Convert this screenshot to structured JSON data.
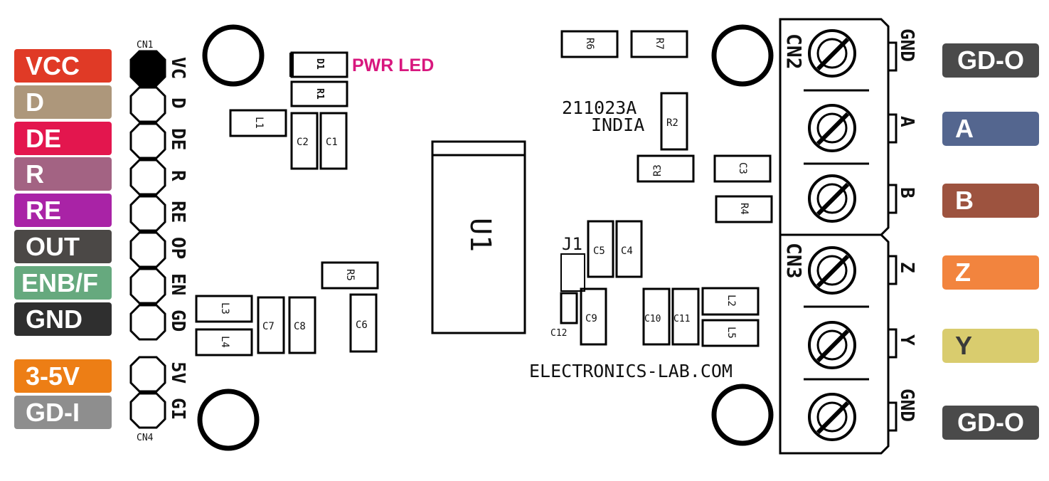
{
  "left_pins": [
    {
      "label": "VCC",
      "color": "#e03a26"
    },
    {
      "label": "D",
      "color": "#ad977b"
    },
    {
      "label": "DE",
      "color": "#e3164e"
    },
    {
      "label": "R",
      "color": "#a36383"
    },
    {
      "label": "RE",
      "color": "#a923a6"
    },
    {
      "label": "OUT",
      "color": "#4b4846"
    },
    {
      "label": "ENB/F",
      "color": "#66a97e"
    },
    {
      "label": "GND",
      "color": "#2f2f2f"
    },
    {
      "label": "3-5V",
      "color": "#ed7e15"
    },
    {
      "label": "GD-I",
      "color": "#8e8e8e"
    }
  ],
  "right_terminals": [
    {
      "label": "GD-O",
      "color": "#4a4a4a"
    },
    {
      "label": "A",
      "color": "#54668f"
    },
    {
      "label": "B",
      "color": "#9d533f"
    },
    {
      "label": "Z",
      "color": "#f2843e"
    },
    {
      "label": "Y",
      "color": "#d9cc6e"
    },
    {
      "label": "GD-O",
      "color": "#4a4a4a"
    }
  ],
  "pwr_led_label": "PWR LED",
  "pwr_led_color": "#d8177e",
  "connectors": {
    "cn1": "CN1",
    "cn4": "CN4",
    "cn2": "CN2",
    "cn3": "CN3",
    "cn1_pins": [
      "VC",
      "D",
      "DE",
      "R",
      "RE",
      "OP",
      "EN",
      "GD"
    ],
    "cn4_pins": [
      "5V",
      "GI"
    ],
    "cn2_pins": [
      "GND",
      "A",
      "B"
    ],
    "cn3_pins": [
      "Z",
      "Y",
      "GND"
    ]
  },
  "components": {
    "u1": "U1",
    "d1": "D1",
    "r1": "R1",
    "r2": "R2",
    "r3": "R3",
    "r4": "R4",
    "r5": "R5",
    "r6": "R6",
    "r7": "R7",
    "c1": "C1",
    "c2": "C2",
    "c3": "C3",
    "c4": "C4",
    "c5": "C5",
    "c6": "C6",
    "c7": "C7",
    "c8": "C8",
    "c9": "C9",
    "c10": "C10",
    "c11": "C11",
    "c12": "C12",
    "l1": "L1",
    "l2": "L2",
    "l3": "L3",
    "l4": "L4",
    "l5": "L5",
    "j1": "J1"
  },
  "board_code": "211023A",
  "board_origin": "INDIA",
  "website": "ELECTRONICS-LAB.COM"
}
